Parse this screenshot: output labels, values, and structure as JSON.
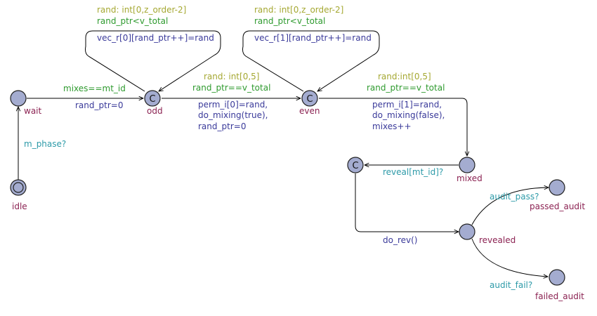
{
  "colors": {
    "location_fill": "#a4acd0",
    "location_name": "#8b2252",
    "select": "#a5a832",
    "guard": "#2e9a2e",
    "update": "#3a3a9a",
    "sync": "#2d9aa8"
  },
  "locations": {
    "wait": "wait",
    "odd": "odd",
    "even": "even",
    "mixed": "mixed",
    "idle": "idle",
    "revealed": "revealed",
    "passed_audit": "passed_audit",
    "failed_audit": "failed_audit"
  },
  "committed_marker": "C",
  "edges": {
    "idle_wait": {
      "sync": "m_phase?"
    },
    "wait_odd": {
      "guard": "mixes==mt_id",
      "update": "rand_ptr=0"
    },
    "odd_loop": {
      "select": "rand: int[0,z_order-2]",
      "guard": "rand_ptr<v_total",
      "update": "vec_r[0][rand_ptr++]=rand"
    },
    "even_loop": {
      "select": "rand: int[0,z_order-2]",
      "guard": "rand_ptr<v_total",
      "update": "vec_r[1][rand_ptr++]=rand"
    },
    "odd_even": {
      "select": "rand: int[0,5]",
      "guard": "rand_ptr==v_total",
      "update": [
        "perm_i[0]=rand,",
        "do_mixing(true),",
        "rand_ptr=0"
      ]
    },
    "even_mixed": {
      "select": "rand:int[0,5]",
      "guard": "rand_ptr==v_total",
      "update": [
        "perm_i[1]=rand,",
        "do_mixing(false),",
        "mixes++"
      ]
    },
    "mixed_c": {
      "sync": "reveal[mt_id]?"
    },
    "c_revealed": {
      "update": "do_rev()"
    },
    "revealed_passed": {
      "sync": "audit_pass?"
    },
    "revealed_failed": {
      "sync": "audit_fail?"
    }
  }
}
